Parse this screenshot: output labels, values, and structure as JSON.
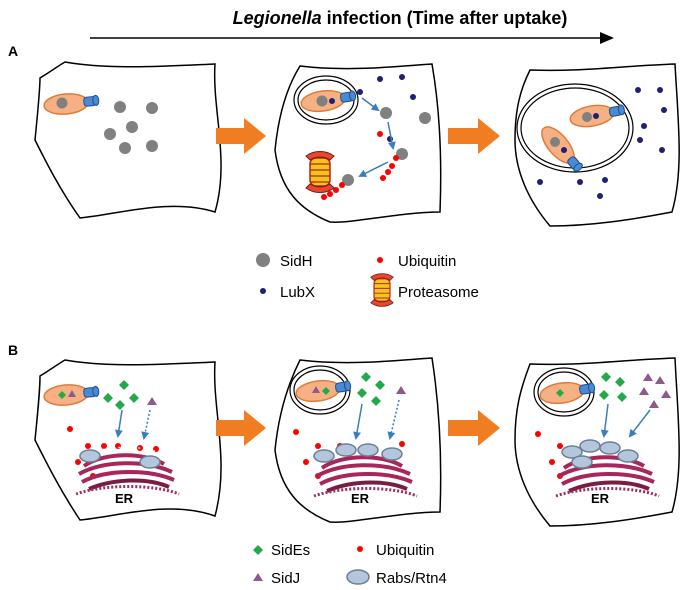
{
  "title": {
    "italic": "Legionella",
    "rest": " infection (Time after uptake)"
  },
  "panels": {
    "a": "A",
    "b": "B"
  },
  "legend_a": {
    "sidh": "SidH",
    "ubiquitin": "Ubiquitin",
    "lubx": "LubX",
    "proteasome": "Proteasome"
  },
  "legend_b": {
    "sides": "SidEs",
    "ubiquitin": "Ubiquitin",
    "sidj": "SidJ",
    "rabs": "Rabs/Rtn4"
  },
  "er_label": "ER",
  "colors": {
    "bacterium": "#f5b183",
    "bacterium_stroke": "#e07b39",
    "sidh": "#808080",
    "lubx": "#1f1f7a",
    "ubiquitin": "#ff0000",
    "sides": "#22aa4a",
    "sidj": "#8e5a8c",
    "rabs_fill": "#b4c6dc",
    "rabs_stroke": "#6a7f99",
    "arrow_orange": "#f07d22",
    "arrow_blue": "#3a7ebf",
    "er": "#a8275b"
  },
  "icons": {
    "secretion": "type-iv-secretion-icon",
    "proteasome": "proteasome-icon"
  }
}
